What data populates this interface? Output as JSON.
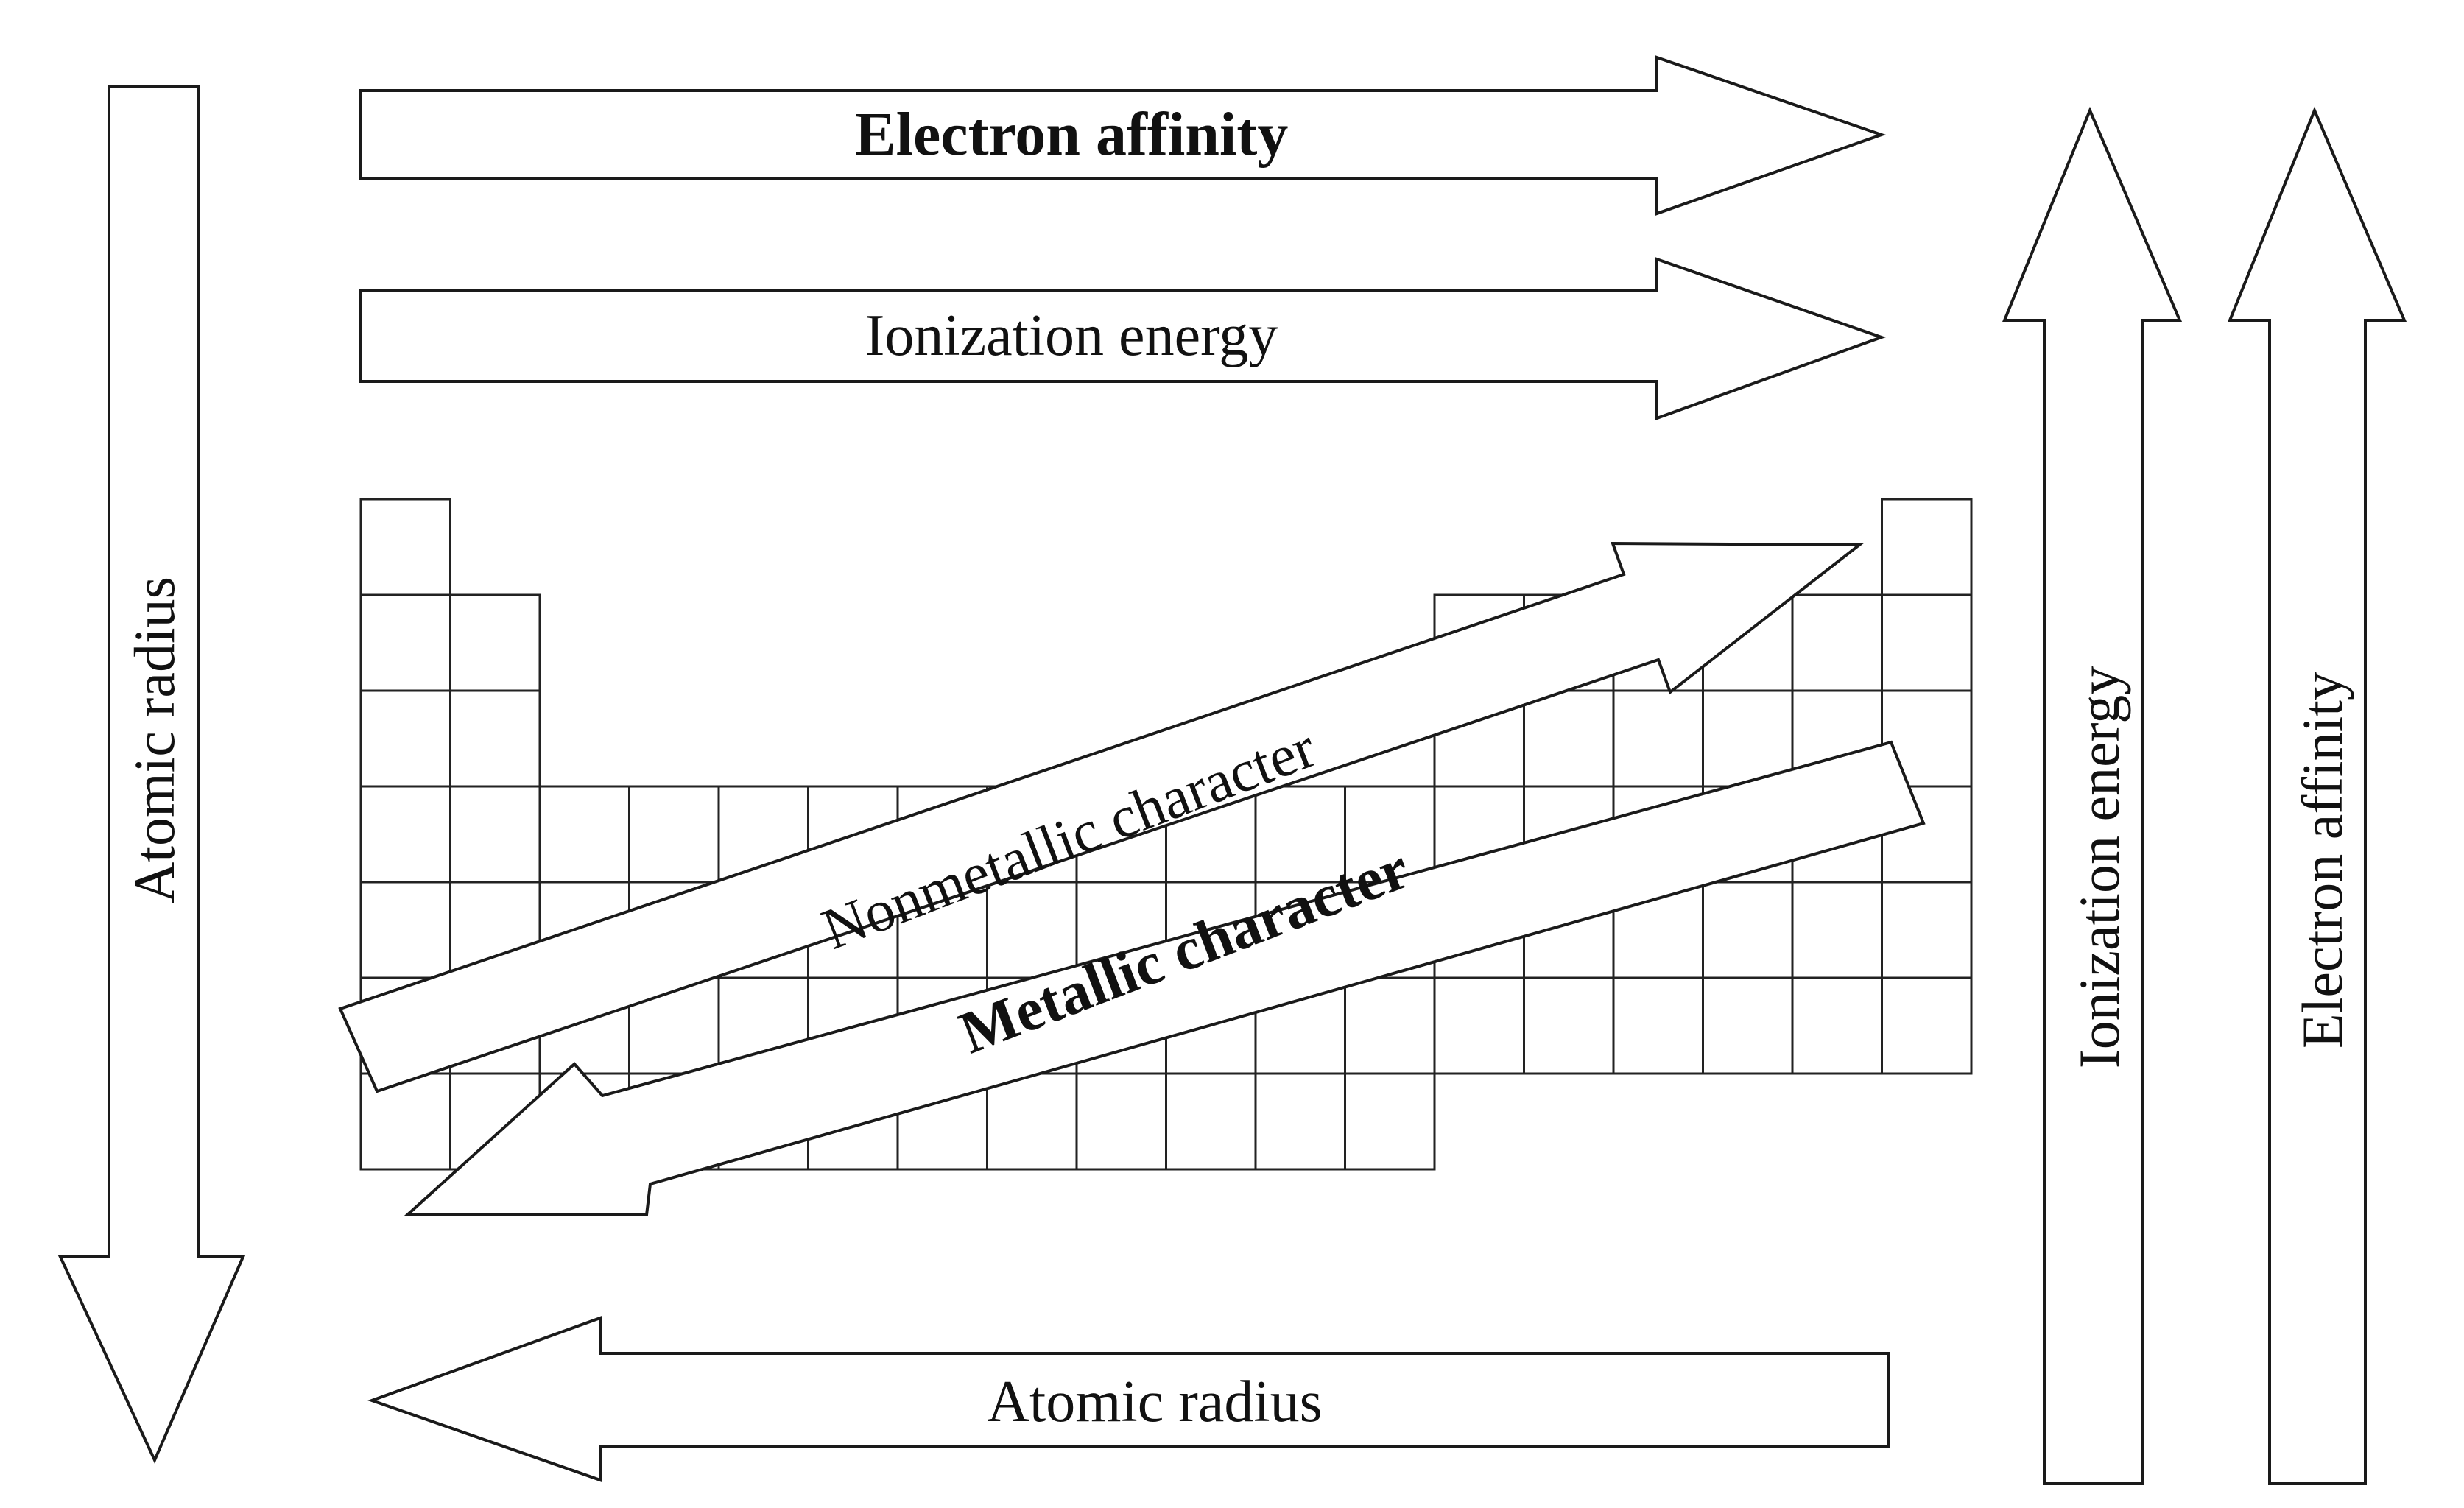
{
  "diagram": {
    "labels": {
      "electron_affinity_top": "Electron affinity",
      "ionization_energy_top": "Ionization energy",
      "atomic_radius_left": "Atomic radius",
      "atomic_radius_bottom": "Atomic radius",
      "ionization_energy_right": "Ionization energy",
      "electron_affinity_right": "Electron affinity",
      "nonmetallic_character": "Nonmetallic character",
      "metallic_character": "Metallic character"
    },
    "periodic_table": {
      "rows": 7,
      "columns": 18,
      "row_columns": [
        [
          1,
          18
        ],
        [
          1,
          2,
          13,
          14,
          15,
          16,
          17,
          18
        ],
        [
          1,
          2,
          13,
          14,
          15,
          16,
          17,
          18
        ],
        [
          1,
          2,
          3,
          4,
          5,
          6,
          7,
          8,
          9,
          10,
          11,
          12,
          13,
          14,
          15,
          16,
          17,
          18
        ],
        [
          1,
          2,
          3,
          4,
          5,
          6,
          7,
          8,
          9,
          10,
          11,
          12,
          13,
          14,
          15,
          16,
          17,
          18
        ],
        [
          1,
          2,
          3,
          4,
          5,
          6,
          7,
          8,
          9,
          10,
          11,
          12,
          13,
          14,
          15,
          16,
          17,
          18
        ],
        [
          1,
          2,
          3,
          4,
          5,
          6,
          7,
          8,
          9,
          10,
          11,
          12
        ]
      ]
    },
    "colors": {
      "stroke": "#1a1a1a",
      "fill": "#ffffff",
      "text": "#111111"
    }
  }
}
